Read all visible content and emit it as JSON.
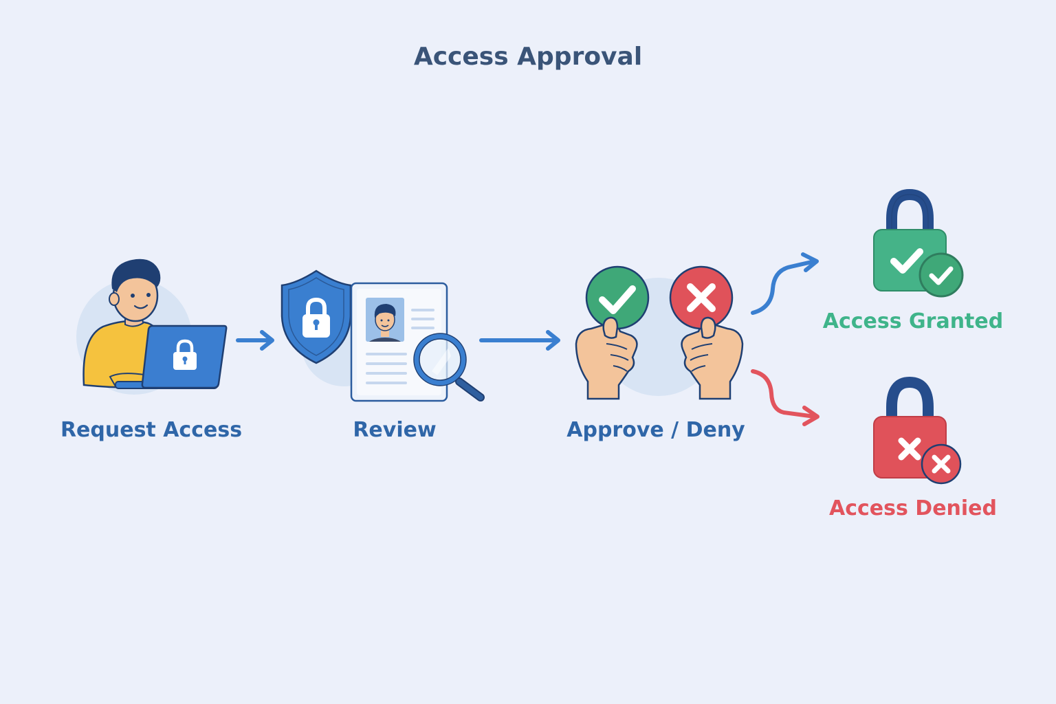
{
  "title": "Access Approval",
  "steps": [
    {
      "id": "request",
      "label": "Request Access",
      "icon": "user-laptop-lock-icon"
    },
    {
      "id": "review",
      "label": "Review",
      "icon": "shield-document-magnifier-icon"
    },
    {
      "id": "decision",
      "label": "Approve / Deny",
      "icon": "hands-check-cross-icon"
    }
  ],
  "outcomes": [
    {
      "id": "granted",
      "label": "Access Granted",
      "icon": "lock-check-icon",
      "color": "#3fb48a"
    },
    {
      "id": "denied",
      "label": "Access Denied",
      "icon": "lock-x-icon",
      "color": "#e2545d"
    }
  ],
  "colors": {
    "background": "#ecf0fa",
    "title": "#3a5478",
    "primary_blue": "#3a7fd0",
    "navy": "#264d8c",
    "green": "#3fb48a",
    "red": "#e2545d",
    "yellow": "#f5c23e",
    "skin": "#f3c49b"
  }
}
